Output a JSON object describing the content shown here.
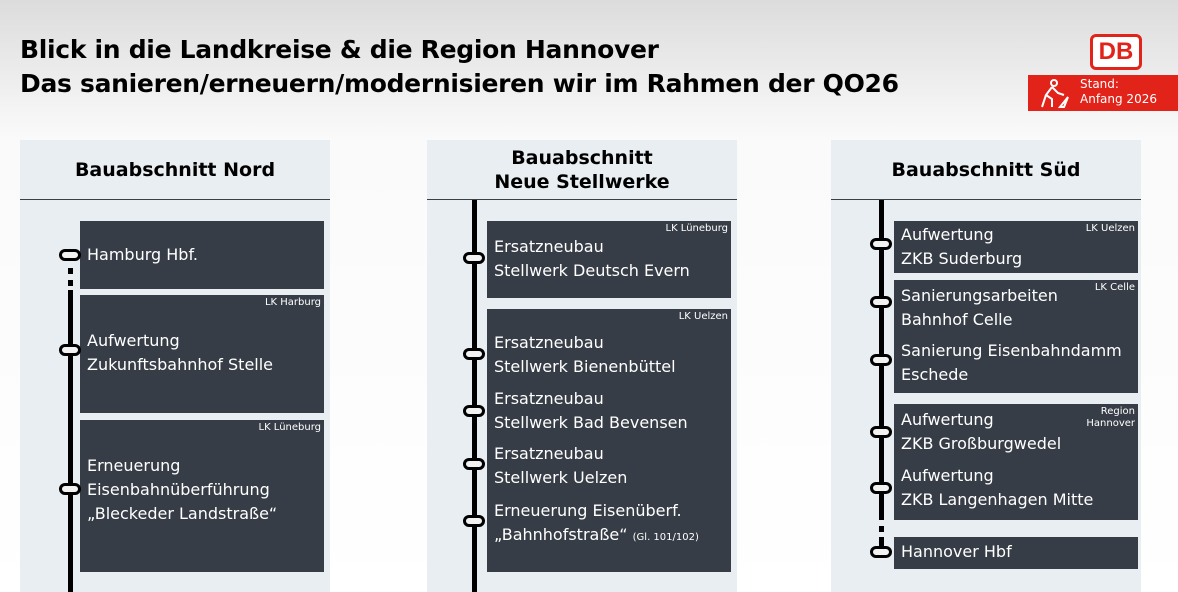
{
  "header": {
    "title_line1": "Blick in die Landkreise & die Region Hannover",
    "title_line2": "Das sanieren/erneuern/modernisieren wir im Rahmen der QO26",
    "logo": "DB",
    "stand_line1": "Stand:",
    "stand_line2": "Anfang 2026",
    "brand_color": "#e2231a"
  },
  "nord": {
    "title": "Bauabschnitt Nord",
    "boxes": [
      {
        "label": "",
        "lines": [
          "Hamburg Hbf."
        ]
      },
      {
        "label": "LK Harburg",
        "lines": [
          "Aufwertung",
          "Zukunftsbahnhof Stelle"
        ]
      },
      {
        "label": "LK Lüneburg",
        "lines": [
          "Erneuerung",
          "Eisenbahnüberführung",
          "„Bleckeder Landstraße“"
        ]
      }
    ]
  },
  "mitte": {
    "title_line1": "Bauabschnitt",
    "title_line2": "Neue Stellwerke",
    "boxes": [
      {
        "label": "LK Lüneburg",
        "lines": [
          "Ersatzneubau",
          "Stellwerk Deutsch Evern"
        ]
      },
      {
        "label": "LK Uelzen",
        "items": [
          [
            "Ersatzneubau",
            "Stellwerk Bienenbüttel"
          ],
          [
            "Ersatzneubau",
            "Stellwerk Bad Bevensen"
          ],
          [
            "Ersatzneubau",
            "Stellwerk Uelzen"
          ],
          [
            "Erneuerung Eisenüberf.",
            "„Bahnhofstraße“"
          ]
        ],
        "note": "(Gl. 101/102)"
      }
    ]
  },
  "sued": {
    "title": "Bauabschnitt Süd",
    "boxes": [
      {
        "label": "LK Uelzen",
        "lines": [
          "Aufwertung",
          "ZKB Suderburg"
        ]
      },
      {
        "label": "LK Celle",
        "items": [
          [
            "Sanierungsarbeiten",
            "Bahnhof Celle"
          ],
          [
            "Sanierung Eisenbahndamm",
            "Eschede"
          ]
        ]
      },
      {
        "label_line1": "Region",
        "label_line2": "Hannover",
        "items": [
          [
            "Aufwertung",
            "ZKB Großburgwedel"
          ],
          [
            "Aufwertung",
            "ZKB Langenhagen Mitte"
          ]
        ]
      },
      {
        "label": "",
        "lines": [
          "Hannover Hbf"
        ]
      }
    ]
  }
}
